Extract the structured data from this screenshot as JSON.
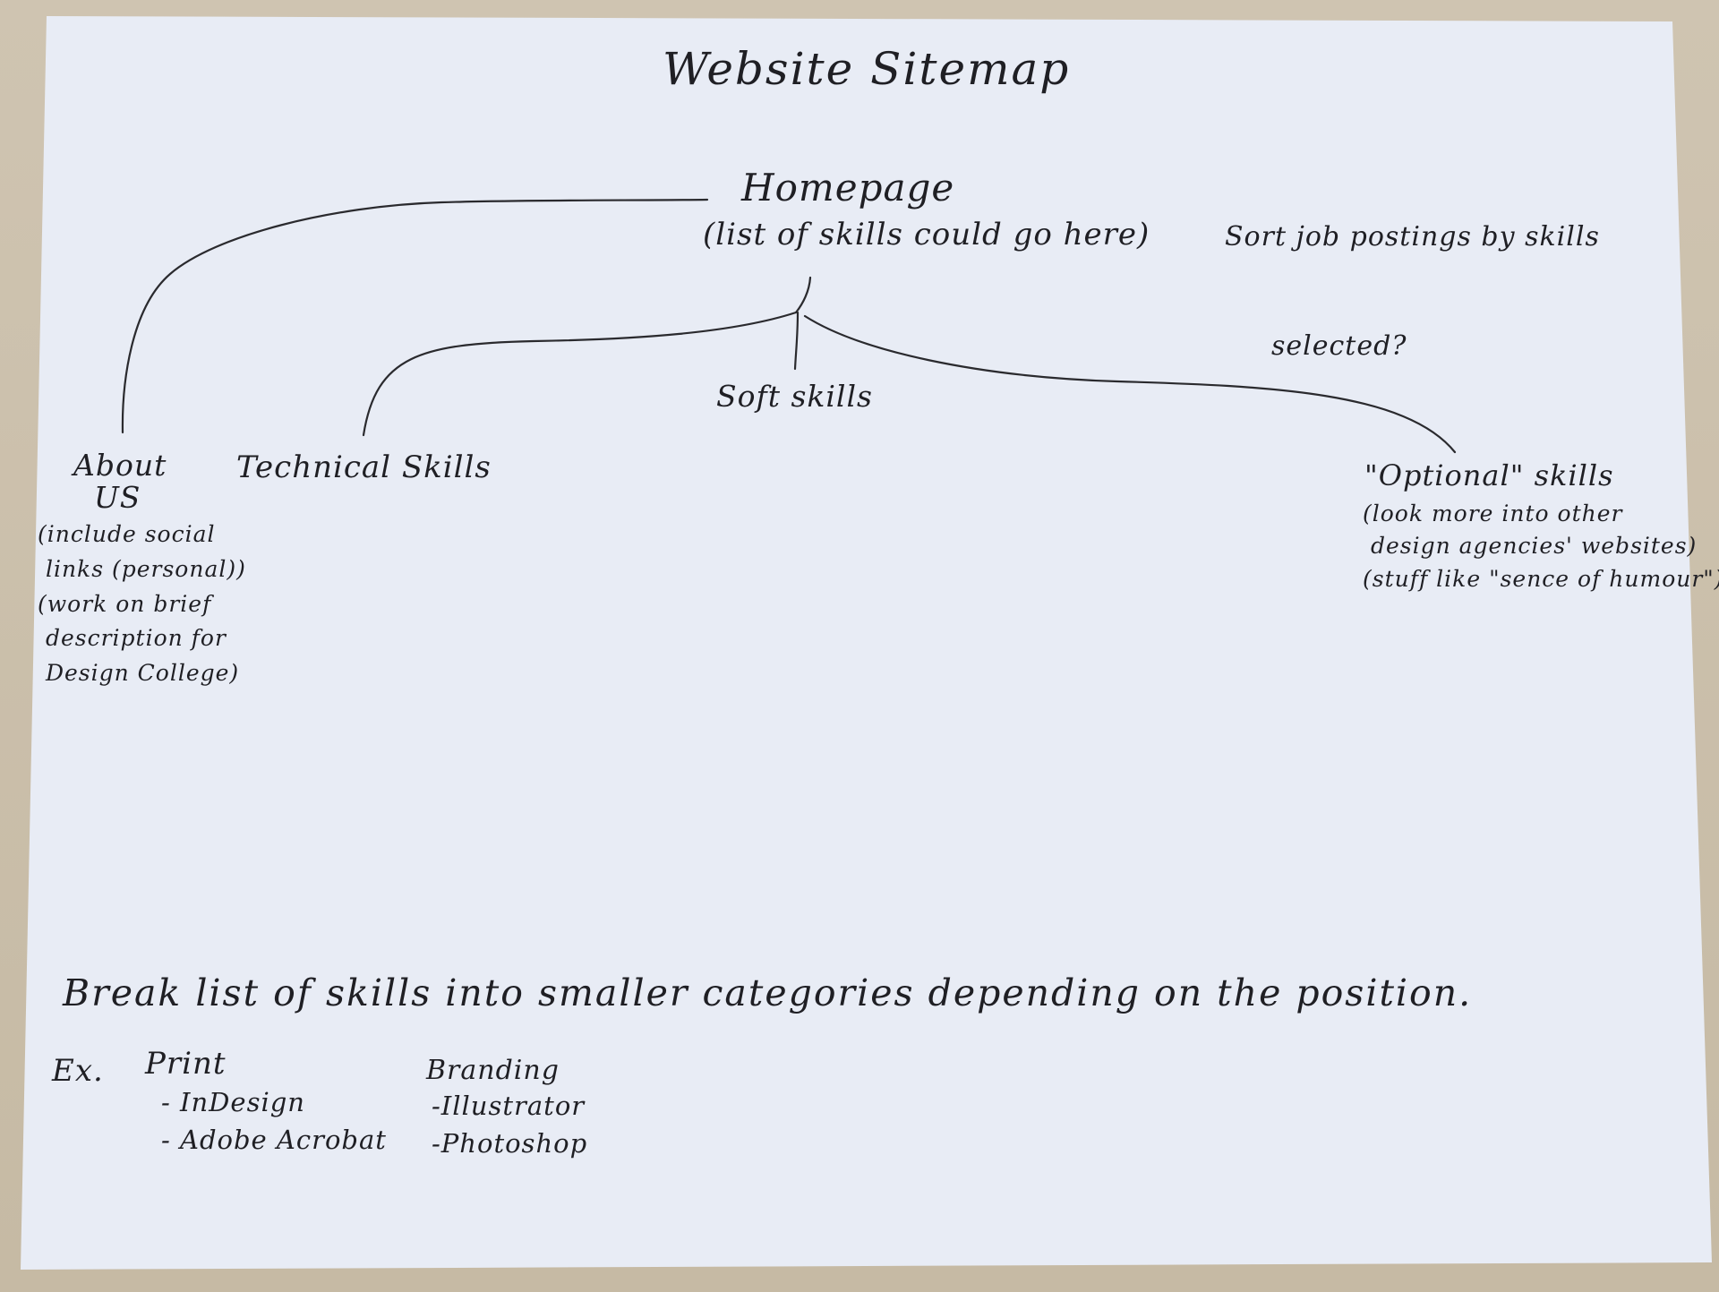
{
  "diagram": {
    "title": "Website Sitemap",
    "homepage": {
      "label": "Homepage",
      "note": "(list of skills could go here)"
    },
    "side_note": [
      "Sort job postings by skills",
      "selected?"
    ],
    "nodes": {
      "about": {
        "label": "About\n  US",
        "note": "(include social\n links (personal))\n(work on brief\n description for\n Design College)"
      },
      "technical": {
        "label": "Technical Skills"
      },
      "soft": {
        "label": "Soft skills"
      },
      "optional": {
        "label": "\"Optional\" skills",
        "note": "(look more into other\n design agencies' websites)\n(stuff like \"sence of humour\")"
      }
    },
    "break_note": "Break list of skills into smaller categories depending on the position.",
    "example": {
      "label": "Ex.",
      "print": {
        "title": "Print",
        "items": "- InDesign\n- Adobe Acrobat"
      },
      "branding": {
        "title": "Branding",
        "items": "-Illustrator\n-Photoshop"
      }
    }
  }
}
